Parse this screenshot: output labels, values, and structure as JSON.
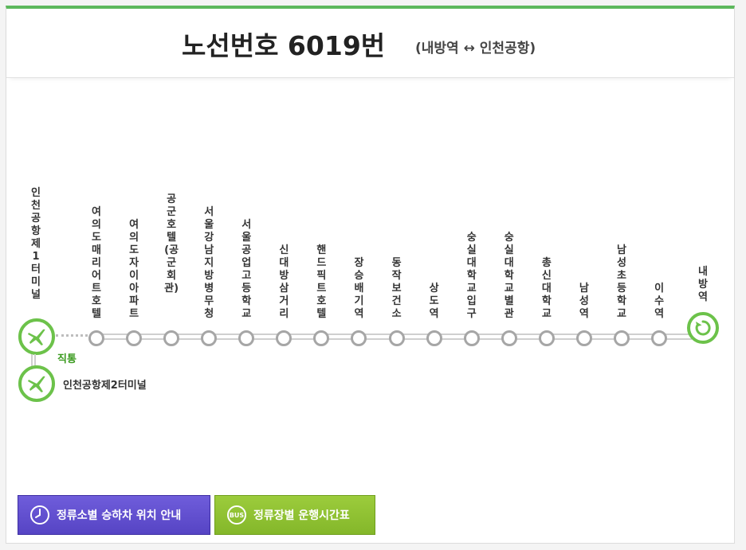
{
  "header": {
    "title": "노선번호 6019번",
    "subtitle": "(내방역 ↔ 인천공항)"
  },
  "route": {
    "start_terminal": "인천공항제1터미널",
    "second_terminal": "인천공항제2터미널",
    "direct_label": "직통",
    "stops": [
      "여의도매리어트호텔",
      "여의도자이아파트",
      "공군호텔(공군회관)",
      "서울강남지방병무청",
      "서울공업고등학교",
      "신대방삼거리",
      "핸드픽트호텔",
      "장승배기역",
      "동작보건소",
      "상도역",
      "숭실대학교입구",
      "숭실대학교별관",
      "총신대학교",
      "남성역",
      "남성초등학교",
      "이수역"
    ],
    "end_terminal": "내방역"
  },
  "buttons": {
    "stop_position": "정류소별 승하차 위치 안내",
    "timetable": "정류장별 운행시간표"
  },
  "icons": {
    "airplane": "airplane-icon",
    "return": "return-arrow-icon",
    "clock": "clock-icon",
    "bus": "bus-icon"
  },
  "colors": {
    "accent_green": "#6cc24a",
    "top_bar": "#5cb85c",
    "purple_button": "#5b48c9",
    "green_button": "#8dbf30"
  }
}
